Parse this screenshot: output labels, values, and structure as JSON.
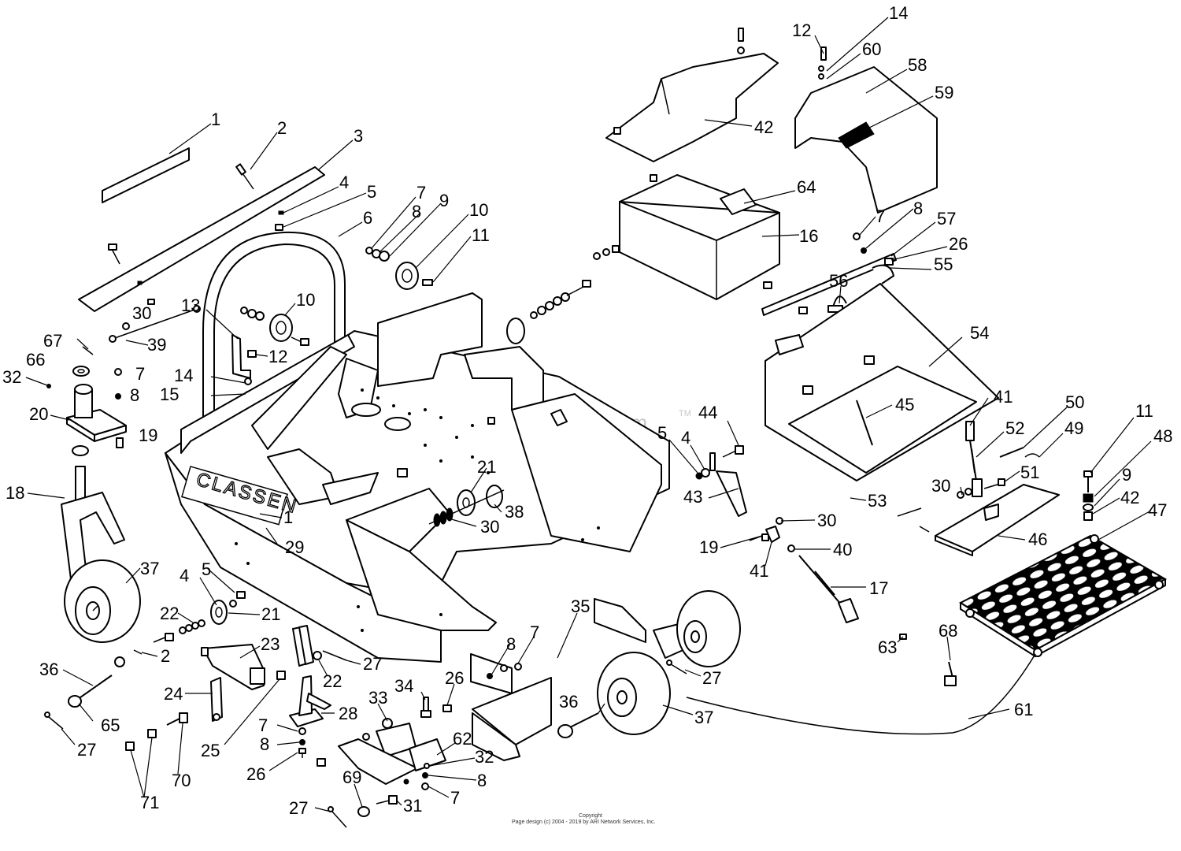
{
  "watermark": "ARI PartStream",
  "watermark_mark": "TM",
  "brand_label": "CLASSEN",
  "copyright": {
    "line1": "Copyright",
    "line2": "Page design (c) 2004 - 2019 by ARI Network Services, Inc."
  },
  "callouts": [
    {
      "id": "c-1a",
      "label": "1"
    },
    {
      "id": "c-2a",
      "label": "2"
    },
    {
      "id": "c-3",
      "label": "3"
    },
    {
      "id": "c-4a",
      "label": "4"
    },
    {
      "id": "c-5a",
      "label": "5"
    },
    {
      "id": "c-6",
      "label": "6"
    },
    {
      "id": "c-7a",
      "label": "7"
    },
    {
      "id": "c-8a",
      "label": "8"
    },
    {
      "id": "c-9a",
      "label": "9"
    },
    {
      "id": "c-10a",
      "label": "10"
    },
    {
      "id": "c-11a",
      "label": "11"
    },
    {
      "id": "c-10b",
      "label": "10"
    },
    {
      "id": "c-30a",
      "label": "30"
    },
    {
      "id": "c-13",
      "label": "13"
    },
    {
      "id": "c-39",
      "label": "39"
    },
    {
      "id": "c-12a",
      "label": "12"
    },
    {
      "id": "c-67",
      "label": "67"
    },
    {
      "id": "c-66",
      "label": "66"
    },
    {
      "id": "c-32a",
      "label": "32"
    },
    {
      "id": "c-7b",
      "label": "7"
    },
    {
      "id": "c-8b",
      "label": "8"
    },
    {
      "id": "c-14a",
      "label": "14"
    },
    {
      "id": "c-15",
      "label": "15"
    },
    {
      "id": "c-20",
      "label": "20"
    },
    {
      "id": "c-19a",
      "label": "19"
    },
    {
      "id": "c-18",
      "label": "18"
    },
    {
      "id": "c-1b",
      "label": "1"
    },
    {
      "id": "c-29",
      "label": "29"
    },
    {
      "id": "c-21a",
      "label": "21"
    },
    {
      "id": "c-38",
      "label": "38"
    },
    {
      "id": "c-30b",
      "label": "30"
    },
    {
      "id": "c-37a",
      "label": "37"
    },
    {
      "id": "c-4b",
      "label": "4"
    },
    {
      "id": "c-5b",
      "label": "5"
    },
    {
      "id": "c-22a",
      "label": "22"
    },
    {
      "id": "c-21b",
      "label": "21"
    },
    {
      "id": "c-2b",
      "label": "2"
    },
    {
      "id": "c-23",
      "label": "23"
    },
    {
      "id": "c-36a",
      "label": "36"
    },
    {
      "id": "c-24",
      "label": "24"
    },
    {
      "id": "c-65",
      "label": "65"
    },
    {
      "id": "c-27a",
      "label": "27"
    },
    {
      "id": "c-71",
      "label": "71"
    },
    {
      "id": "c-70",
      "label": "70"
    },
    {
      "id": "c-25",
      "label": "25"
    },
    {
      "id": "c-22b",
      "label": "22"
    },
    {
      "id": "c-27b",
      "label": "27"
    },
    {
      "id": "c-28",
      "label": "28"
    },
    {
      "id": "c-7c",
      "label": "7"
    },
    {
      "id": "c-8c",
      "label": "8"
    },
    {
      "id": "c-26a",
      "label": "26"
    },
    {
      "id": "c-33",
      "label": "33"
    },
    {
      "id": "c-34",
      "label": "34"
    },
    {
      "id": "c-26b",
      "label": "26"
    },
    {
      "id": "c-62",
      "label": "62"
    },
    {
      "id": "c-32b",
      "label": "32"
    },
    {
      "id": "c-8d",
      "label": "8"
    },
    {
      "id": "c-7d",
      "label": "7"
    },
    {
      "id": "c-69",
      "label": "69"
    },
    {
      "id": "c-31",
      "label": "31"
    },
    {
      "id": "c-27c",
      "label": "27"
    },
    {
      "id": "c-8e",
      "label": "8"
    },
    {
      "id": "c-7e",
      "label": "7"
    },
    {
      "id": "c-35",
      "label": "35"
    },
    {
      "id": "c-36b",
      "label": "36"
    },
    {
      "id": "c-37b",
      "label": "37"
    },
    {
      "id": "c-27d",
      "label": "27"
    },
    {
      "id": "c-42a",
      "label": "42"
    },
    {
      "id": "c-12b",
      "label": "12"
    },
    {
      "id": "c-14b",
      "label": "14"
    },
    {
      "id": "c-60",
      "label": "60"
    },
    {
      "id": "c-58",
      "label": "58"
    },
    {
      "id": "c-59",
      "label": "59"
    },
    {
      "id": "c-64",
      "label": "64"
    },
    {
      "id": "c-16",
      "label": "16"
    },
    {
      "id": "c-7f",
      "label": "7"
    },
    {
      "id": "c-8f",
      "label": "8"
    },
    {
      "id": "c-57",
      "label": "57"
    },
    {
      "id": "c-26c",
      "label": "26"
    },
    {
      "id": "c-55",
      "label": "55"
    },
    {
      "id": "c-56",
      "label": "56"
    },
    {
      "id": "c-54",
      "label": "54"
    },
    {
      "id": "c-45",
      "label": "45"
    },
    {
      "id": "c-44",
      "label": "44"
    },
    {
      "id": "c-5c",
      "label": "5"
    },
    {
      "id": "c-4c",
      "label": "4"
    },
    {
      "id": "c-43",
      "label": "43"
    },
    {
      "id": "c-53",
      "label": "53"
    },
    {
      "id": "c-30c",
      "label": "30"
    },
    {
      "id": "c-19b",
      "label": "19"
    },
    {
      "id": "c-40",
      "label": "40"
    },
    {
      "id": "c-41a",
      "label": "41"
    },
    {
      "id": "c-17",
      "label": "17"
    },
    {
      "id": "c-41b",
      "label": "41"
    },
    {
      "id": "c-52",
      "label": "52"
    },
    {
      "id": "c-50",
      "label": "50"
    },
    {
      "id": "c-49",
      "label": "49"
    },
    {
      "id": "c-30d",
      "label": "30"
    },
    {
      "id": "c-51",
      "label": "51"
    },
    {
      "id": "c-46",
      "label": "46"
    },
    {
      "id": "c-11b",
      "label": "11"
    },
    {
      "id": "c-48",
      "label": "48"
    },
    {
      "id": "c-9b",
      "label": "9"
    },
    {
      "id": "c-42b",
      "label": "42"
    },
    {
      "id": "c-47",
      "label": "47"
    },
    {
      "id": "c-63",
      "label": "63"
    },
    {
      "id": "c-68",
      "label": "68"
    },
    {
      "id": "c-61",
      "label": "61"
    }
  ]
}
